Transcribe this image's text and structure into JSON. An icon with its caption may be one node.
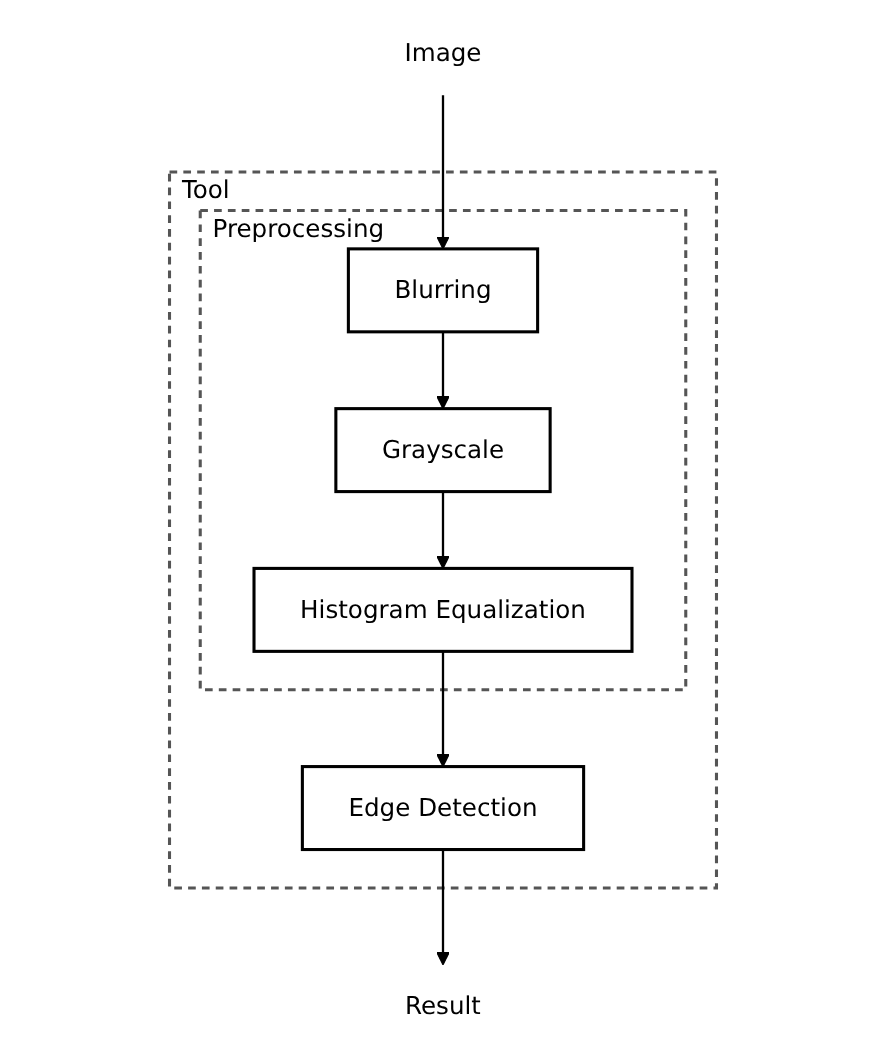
{
  "diagram": {
    "nodes": [
      {
        "text": [
          "Image"
        ]
      },
      {
        "text": [
          "Tool"
        ]
      },
      {
        "text": [
          "Preprocessing"
        ],
        "in": 1
      },
      {
        "text": [
          "Blurring"
        ],
        "in": 2
      },
      {
        "text": [
          "Grayscale"
        ],
        "in": 2
      },
      {
        "text": [
          "Histogram Equalization"
        ],
        "in": 2
      },
      {
        "text": [
          "Edge Detection"
        ],
        "in": 1
      },
      {
        "text": [
          "Result"
        ]
      }
    ],
    "edges": [
      {
        "from": 0,
        "to": 3,
        "arrow": "to"
      },
      {
        "from": 3,
        "to": 4,
        "arrow": "to"
      },
      {
        "from": 4,
        "to": 5,
        "arrow": "to"
      },
      {
        "from": 5,
        "to": 6,
        "arrow": "to"
      },
      {
        "from": 6,
        "to": 7,
        "arrow": "to"
      }
    ]
  }
}
